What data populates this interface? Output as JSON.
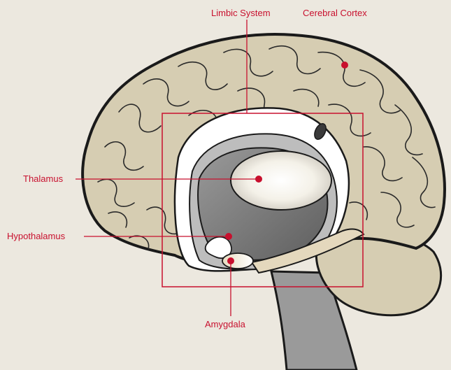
{
  "labels": {
    "limbic_system": "Limbic System",
    "cerebral_cortex": "Cerebral Cortex",
    "thalamus": "Thalamus",
    "hypothalamus": "Hypothalamus",
    "amygdala": "Amygdala"
  },
  "colors": {
    "background": "#ece8df",
    "brain_fill": "#d6cdb2",
    "outline": "#1a1a1a",
    "label_text": "#c8102e",
    "leader_line": "#c8102e",
    "marker": "#c8102e",
    "inner_light": "#ffffff",
    "inner_mid": "#bdbdbd",
    "inner_dark": "#6b6b6b",
    "brainstem": "#9a9a9a",
    "cerebellum": "#d6cdb2"
  }
}
